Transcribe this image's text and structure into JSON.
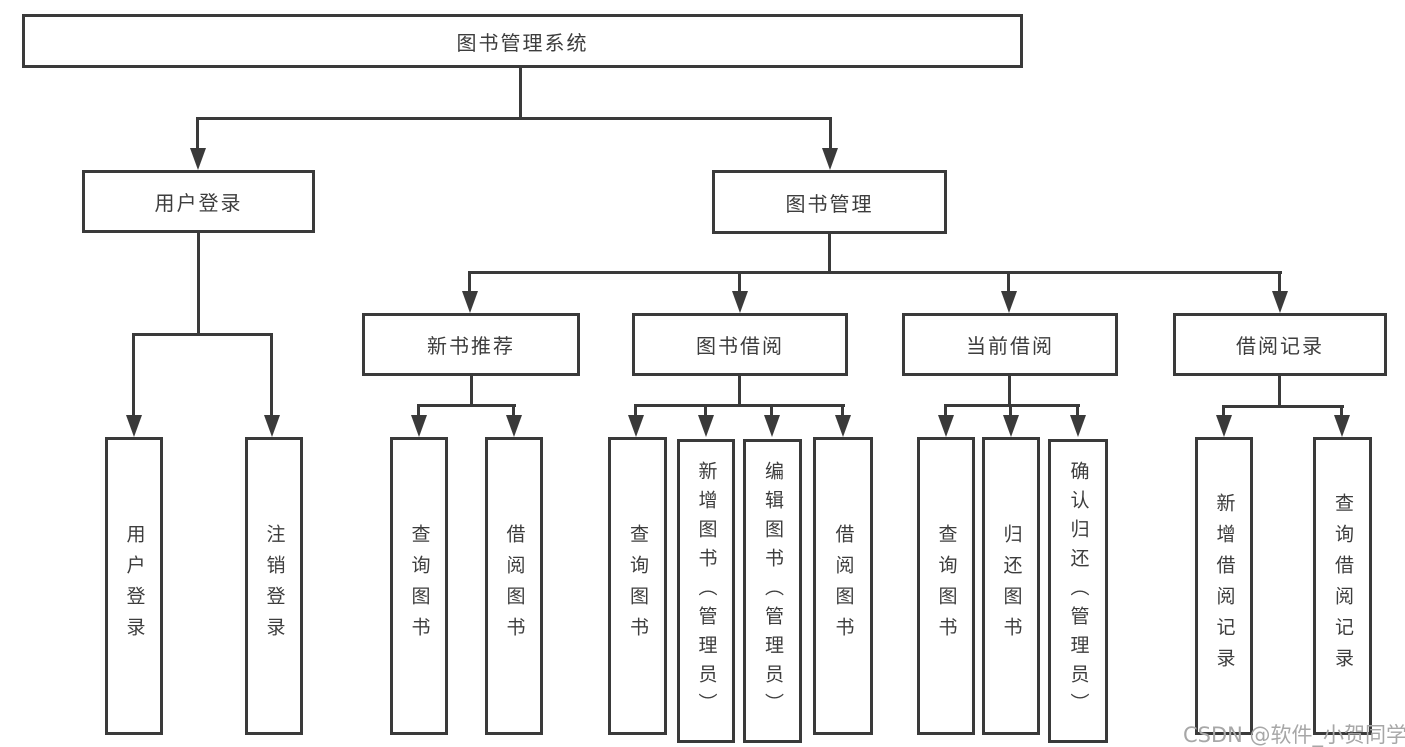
{
  "diagram": {
    "type": "hierarchy-tree",
    "line_color": "#3a3a3a",
    "border_color": "#3a3a3a",
    "text_color": "#3d3d3d",
    "background": "#ffffff"
  },
  "tree": {
    "label": "图书管理系统",
    "children": [
      {
        "label": "用户登录",
        "children": [
          {
            "label": "用户登录"
          },
          {
            "label": "注销登录"
          }
        ]
      },
      {
        "label": "图书管理",
        "children": [
          {
            "label": "新书推荐",
            "children": [
              {
                "label": "查询图书"
              },
              {
                "label": "借阅图书"
              }
            ]
          },
          {
            "label": "图书借阅",
            "children": [
              {
                "label": "查询图书"
              },
              {
                "label": "新增图书（管理员）"
              },
              {
                "label": "编辑图书（管理员）"
              },
              {
                "label": "借阅图书"
              }
            ]
          },
          {
            "label": "当前借阅",
            "children": [
              {
                "label": "查询图书"
              },
              {
                "label": "归还图书"
              },
              {
                "label": "确认归还（管理员）"
              }
            ]
          },
          {
            "label": "借阅记录",
            "children": [
              {
                "label": "新增借阅记录"
              },
              {
                "label": "查询借阅记录"
              }
            ]
          }
        ]
      }
    ]
  },
  "watermark": {
    "text": "CSDN @软件_小贺同学",
    "color": "#a7a7a7"
  }
}
